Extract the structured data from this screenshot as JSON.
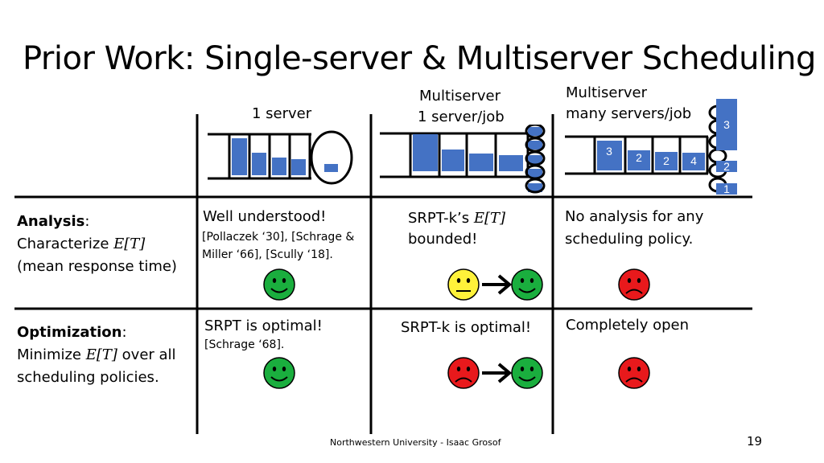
{
  "title": "Prior Work: Single-server & Multiserver Scheduling",
  "columns": {
    "col1": "1 server",
    "col2_line1": "Multiserver",
    "col2_line2": "1 server/job",
    "col3_line1": "Multiserver",
    "col3_line2": "many servers/job"
  },
  "diagram3_labels": {
    "q1": "3",
    "q2": "2",
    "q3": "2",
    "q4": "4",
    "s_top": "3",
    "s_mid": "2",
    "s_bot": "1"
  },
  "rows": {
    "analysis": {
      "label_bold": "Analysis",
      "label_rest": ":",
      "line2_prefix": "Characterize ",
      "line2_math": "E[T]",
      "line3": "(mean response time)",
      "col1_main": "Well understood!",
      "col1_ref1": "[Pollaczek ‘30], [Schrage &",
      "col1_ref2": "Miller ‘66], [Scully ‘18].",
      "col2_line1_prefix": "SRPT-k’s ",
      "col2_line1_math": "E[T]",
      "col2_line2": "bounded!",
      "col3_line1": "No analysis for any",
      "col3_line2": "scheduling policy."
    },
    "optimization": {
      "label_bold": "Optimization",
      "label_rest": ":",
      "line2_prefix": "Minimize ",
      "line2_math": "E[T]",
      "line2_suffix": " over all",
      "line3": "scheduling policies.",
      "col1_main": "SRPT is optimal!",
      "col1_ref": "[Schrage ‘68].",
      "col2_main": "SRPT-k is optimal!",
      "col3_main": "Completely open"
    }
  },
  "faces": {
    "analysis_col1": "happy",
    "analysis_col2": "neutral → happy",
    "analysis_col3": "sad",
    "optimization_col1": "happy",
    "optimization_col2": "sad → happy",
    "optimization_col3": "sad"
  },
  "colors": {
    "happy": "#1AAE3E",
    "neutral": "#FFF23A",
    "sad": "#E8191C",
    "job_blue": "#4472C4",
    "grid": "#000000"
  },
  "footer": "Northwestern University - Isaac Grosof",
  "page_number": "19"
}
